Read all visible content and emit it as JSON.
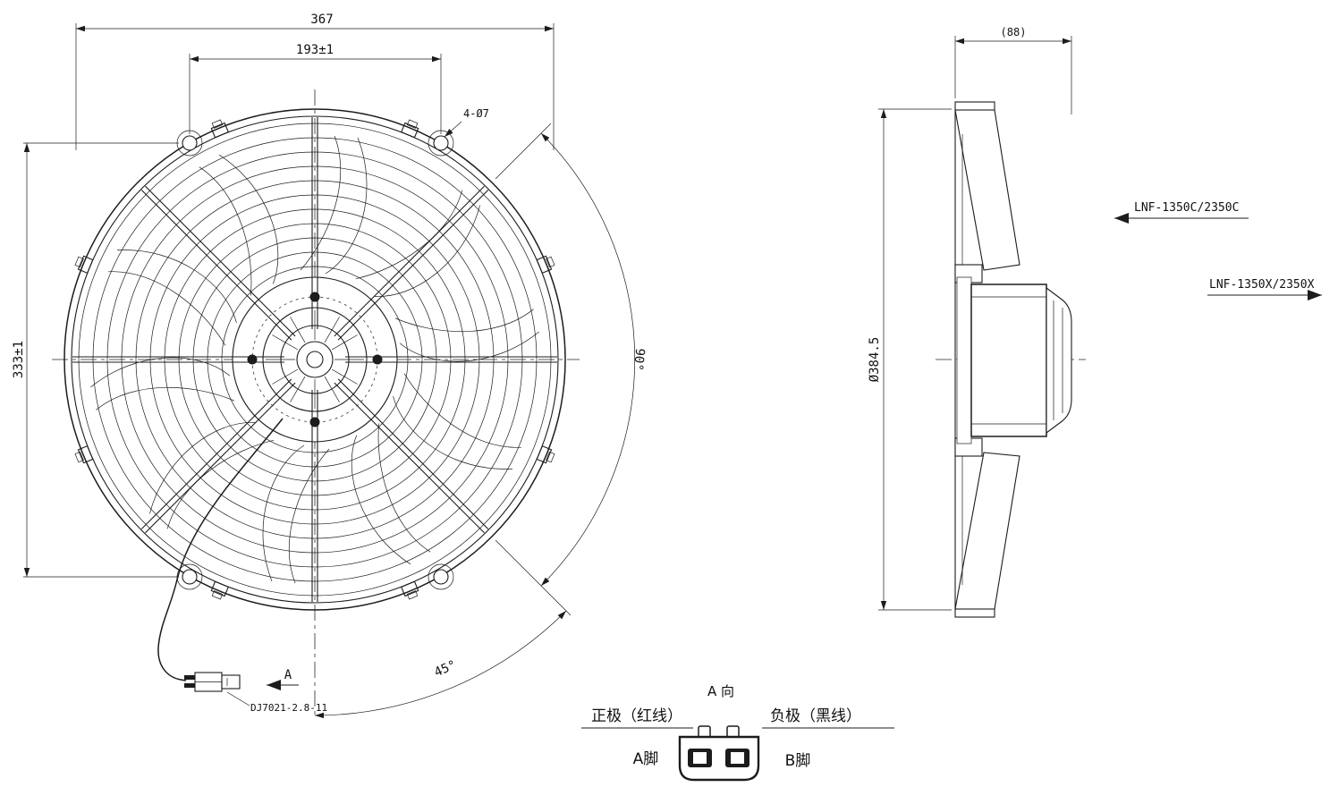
{
  "meta": {
    "drawing_type": "axial fan technical drawing",
    "background": "#ffffff",
    "line_color": "#1c1c1c"
  },
  "front_view": {
    "dim_width": "367",
    "dim_hole_spacing_h": "193±1",
    "dim_hole_spacing_v": "333±1",
    "holes_note": "4-Ø7",
    "angle_90": "90°",
    "angle_45": "45°",
    "view_arrow": "A",
    "connector_part": "DJ7021-2.8-11"
  },
  "side_view": {
    "dim_depth": "(88)",
    "dim_diameter": "Ø384.5",
    "label_suction": "LNF-1350C/2350C",
    "label_blowing": "LNF-1350X/2350X"
  },
  "connector_detail": {
    "title": "A 向",
    "positive": "正极（红线）",
    "negative": "负极（黑线）",
    "pin_a": "A脚",
    "pin_b": "B脚"
  }
}
